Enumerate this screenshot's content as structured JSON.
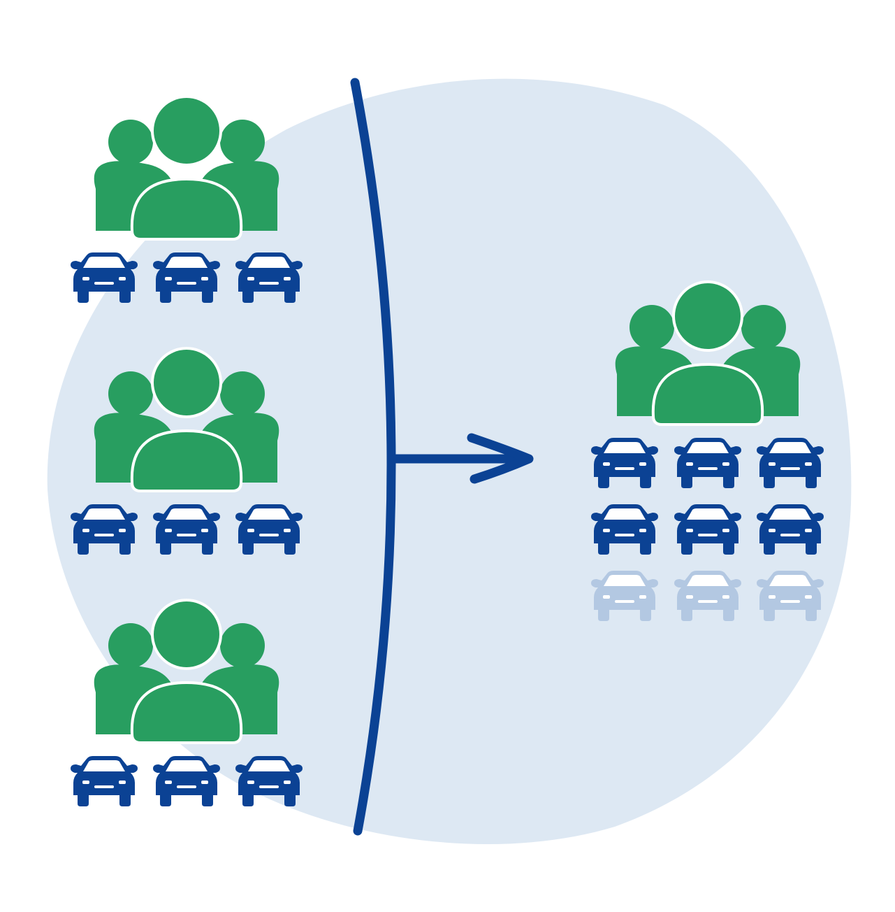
{
  "colors": {
    "background": "#ffffff",
    "blob": "#dde8f3",
    "people": "#289e60",
    "car": "#0b4294",
    "car_faded": "#b3c8e2",
    "car_window": "#ffffff",
    "line": "#0b4294"
  },
  "icons": {
    "people": "people-group-icon",
    "car": "car-icon",
    "arrow": "arrow-right-icon",
    "divider": "divider-line"
  },
  "before": {
    "groups": [
      {
        "people": 3,
        "cars": 3
      },
      {
        "people": 3,
        "cars": 3
      },
      {
        "people": 3,
        "cars": 3
      }
    ]
  },
  "after": {
    "group": {
      "people": 3,
      "cars_active": 6,
      "cars_removed": 3
    }
  }
}
